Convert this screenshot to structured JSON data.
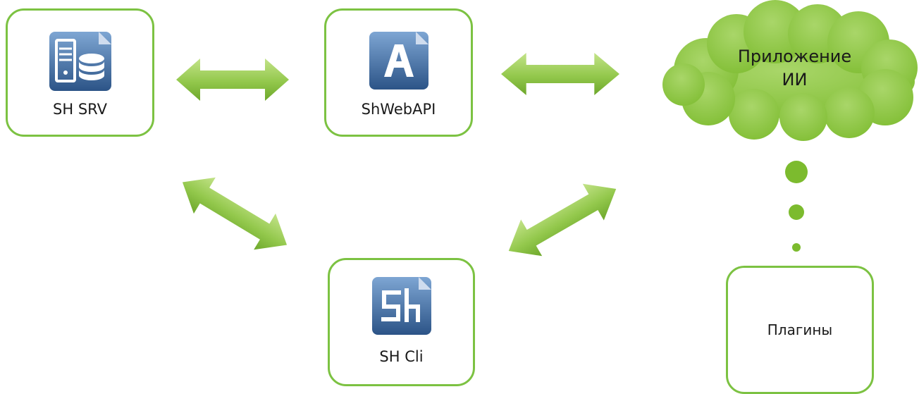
{
  "nodes": {
    "srv": {
      "label": "SH SRV",
      "icon": "server-database-icon"
    },
    "webapi": {
      "label": "ShWebAPI",
      "icon": "letter-a-app-icon"
    },
    "cli": {
      "label": "SH Cli",
      "icon": "sh-client-app-icon"
    },
    "plugins": {
      "label": "Плагины"
    }
  },
  "cloud": {
    "line1": "Приложение",
    "line2": "ИИ"
  },
  "colors": {
    "border": "#7cc242",
    "arrow_light": "#b9dd7b",
    "arrow_dark": "#6da72b",
    "icon_light": "#6d97c8",
    "icon_dark": "#2c5487"
  }
}
